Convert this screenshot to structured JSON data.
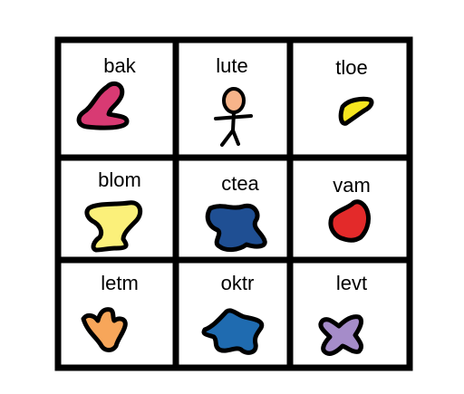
{
  "grid": {
    "cells": [
      {
        "label": "bak",
        "shape": "pink-boot-blob",
        "color": "#d83a73"
      },
      {
        "label": "lute",
        "shape": "stick-figure-person",
        "color": "#f7b48a"
      },
      {
        "label": "tloe",
        "shape": "yellow-lemon-blob",
        "color": "#f6e61f"
      },
      {
        "label": "blom",
        "shape": "pale-yellow-cup-blob",
        "color": "#fbf07a"
      },
      {
        "label": "ctea",
        "shape": "dark-blue-blob",
        "color": "#1f4f93"
      },
      {
        "label": "vam",
        "shape": "red-blob",
        "color": "#e32a2a"
      },
      {
        "label": "letm",
        "shape": "orange-hand-blob",
        "color": "#f7a65a"
      },
      {
        "label": "oktr",
        "shape": "blue-star-blob",
        "color": "#1f6bb0"
      },
      {
        "label": "levt",
        "shape": "purple-x-blob",
        "color": "#a58cc9"
      }
    ]
  }
}
